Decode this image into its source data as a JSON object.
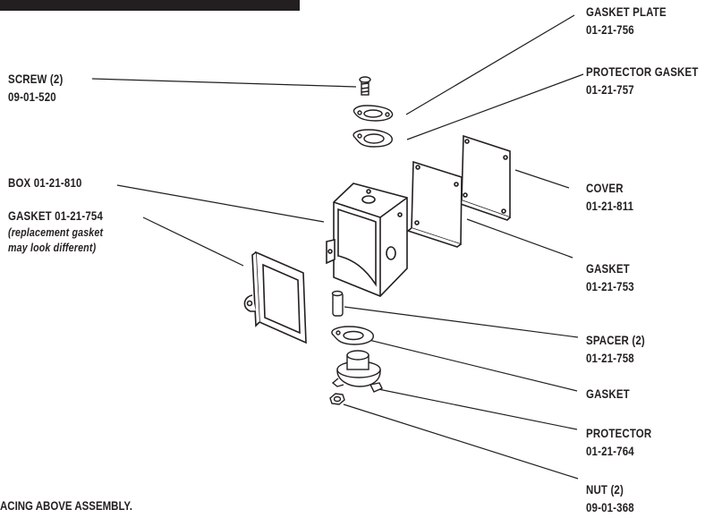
{
  "colors": {
    "ink": "#231f20",
    "paper": "#ffffff"
  },
  "parts": {
    "gasket_plate": {
      "name": "GASKET PLATE",
      "number": "01-21-756"
    },
    "protector_gasket": {
      "name": "PROTECTOR GASKET",
      "number": "01-21-757"
    },
    "screw": {
      "name": "SCREW (2)",
      "number": "09-01-520"
    },
    "box": {
      "name": "BOX 01-21-810"
    },
    "gasket_left": {
      "name": "GASKET 01-21-754",
      "note_line1": "(replacement gasket",
      "note_line2": "may look different)"
    },
    "cover": {
      "name": "COVER",
      "number": "01-21-811"
    },
    "gasket_cover": {
      "name": "GASKET",
      "number": "01-21-753"
    },
    "spacer": {
      "name": "SPACER (2)",
      "number": "01-21-758"
    },
    "gasket_bottom": {
      "name": "GASKET"
    },
    "protector": {
      "name": "PROTECTOR",
      "number": "01-21-764"
    },
    "nut": {
      "name": "NUT (2)",
      "number": "09-01-368"
    }
  },
  "footer_text": "ACING ABOVE ASSEMBLY."
}
